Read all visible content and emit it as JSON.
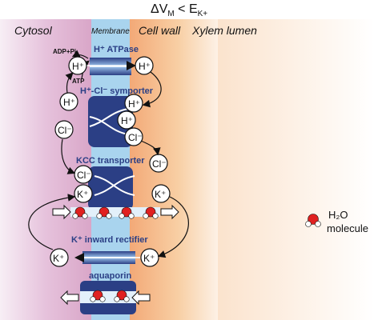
{
  "title": {
    "delta_v": "ΔV",
    "delta_v_sub": "M",
    "relation": " < E",
    "e_sub": "K+"
  },
  "regions": {
    "cytosol": "Cytosol",
    "membrane": "Membrane",
    "cell_wall": "Cell wall",
    "xylem_lumen": "Xylem lumen"
  },
  "transporters": {
    "h_atpase": "H⁺ ATPase",
    "h_cl_symporter": "H⁺-Cl⁻ symporter",
    "kcc_transporter": "KCC transporter",
    "k_inward_rectifier": "K⁺ inward rectifier",
    "aquaporin": "aquaporin"
  },
  "atp_labels": {
    "adp_pi": "ADP+Pi",
    "atp": "ATP"
  },
  "ions": {
    "h_plus": "H⁺",
    "cl_minus": "Cl⁻",
    "k_plus": "K⁺"
  },
  "legend": {
    "h2o_line1": "H₂O",
    "h2o_line2": "molecule"
  },
  "colors": {
    "cytosol_tint": "#d9a6c8",
    "membrane_blue": "#a9d4ee",
    "cell_wall_orange": "#f6c08f",
    "transporter_navy": "#2b3f85",
    "water_red": "#e02020"
  }
}
